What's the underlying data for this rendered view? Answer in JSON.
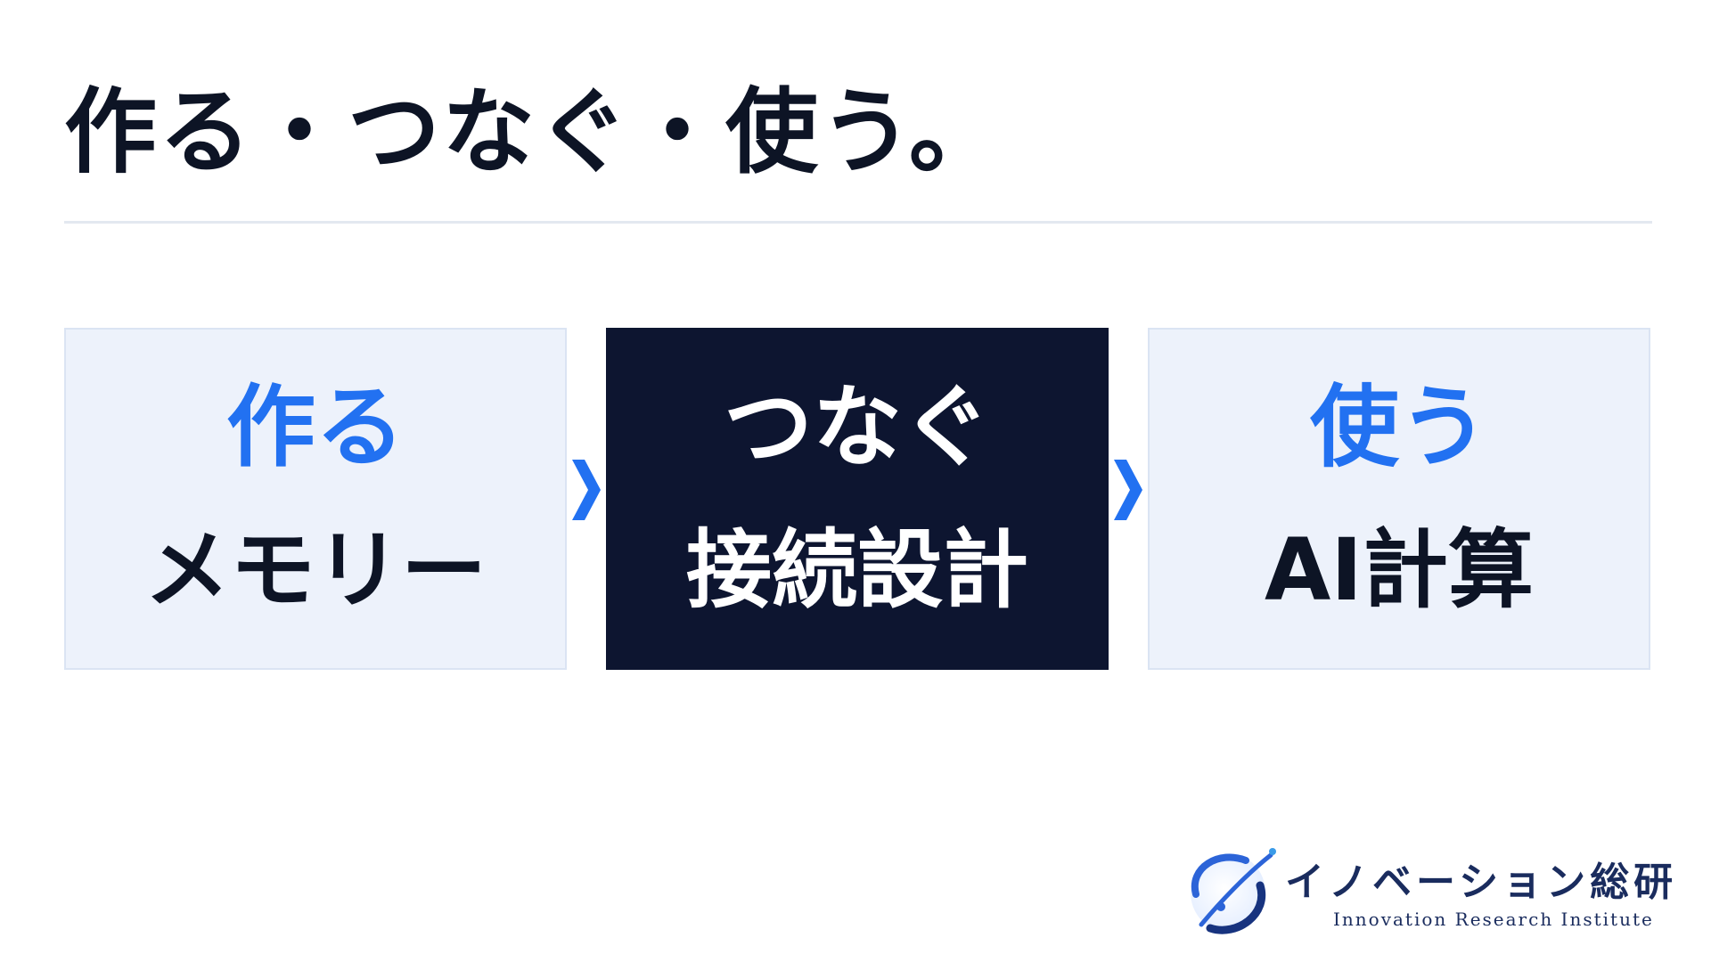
{
  "slide": {
    "title": "作る・つなぐ・使う。"
  },
  "steps": [
    {
      "heading": "作る",
      "label": "メモリー"
    },
    {
      "heading": "つなぐ",
      "label": "接続設計"
    },
    {
      "heading": "使う",
      "label": "AI計算"
    }
  ],
  "colors": {
    "accent": "#2271f1",
    "dark": "#0d1530",
    "light_box": "#edf2fb",
    "text": "#0d1425"
  },
  "logo": {
    "name_ja": "イノベーション総研",
    "name_en": "Innovation Research Institute"
  },
  "icons": [
    "chevron-right-icon",
    "orbit-logo-icon"
  ]
}
